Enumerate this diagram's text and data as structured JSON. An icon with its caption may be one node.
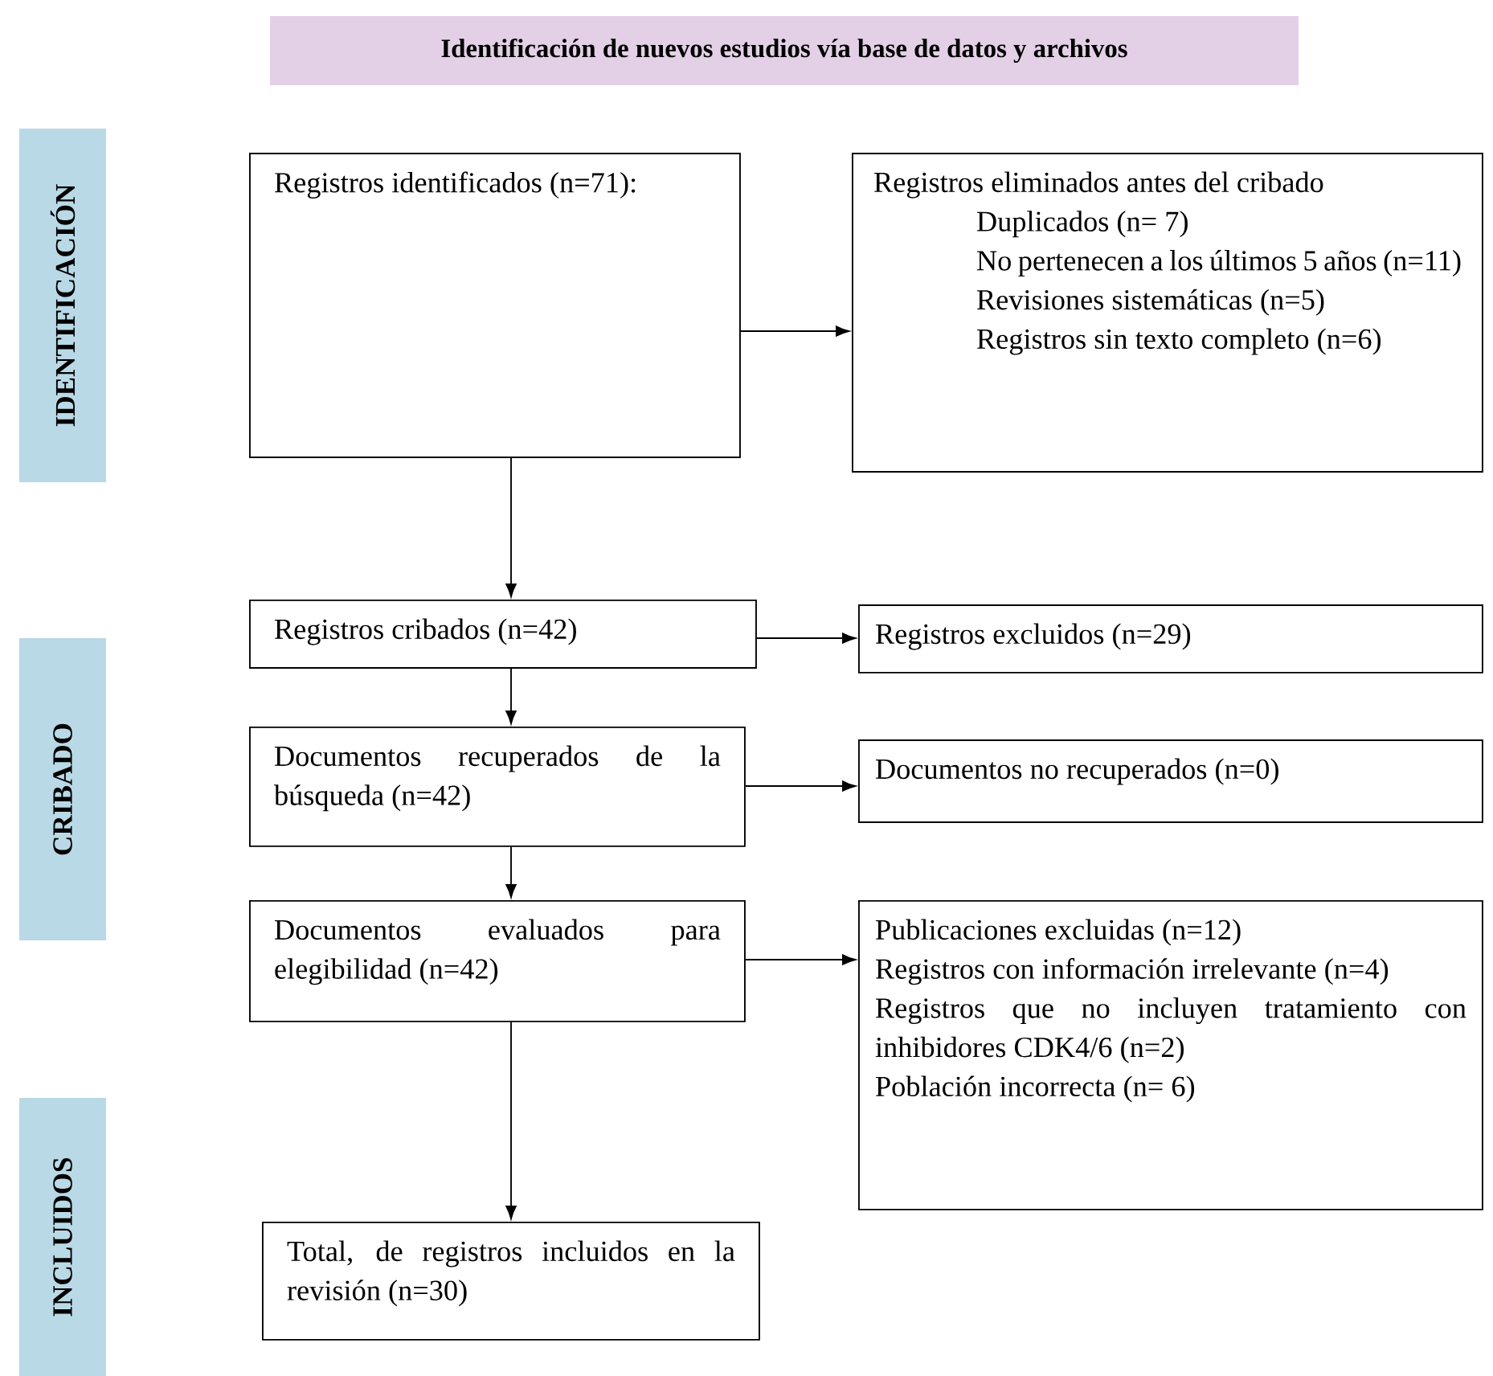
{
  "diagram": {
    "title": "Identificación de nuevos estudios vía base de datos y archivos",
    "nodes": [
      {
        "text": [
          "IDENTIFICACIÓN"
        ]
      },
      {
        "text": [
          "Registros identificados (n=71):"
        ]
      },
      {
        "text": [
          "Registros eliminados antes del cribado",
          "Duplicados (n= 7)",
          "No pertenecen a los últimos 5 años (n=11)",
          "Revisiones sistemáticas (n=5)",
          "Registros sin texto completo (n=6)"
        ]
      },
      {
        "text": [
          "CRIBADO"
        ]
      },
      {
        "text": [
          "Registros cribados (n=42)"
        ]
      },
      {
        "text": [
          "Registros excluidos (n=29)"
        ]
      },
      {
        "text": [
          "Documentos recuperados de la búsqueda (n=42)"
        ]
      },
      {
        "text": [
          "Documentos no recuperados (n=0)"
        ]
      },
      {
        "text": [
          "Documentos evaluados para elegibilidad (n=42)"
        ]
      },
      {
        "text": [
          "Publicaciones excluidas (n=12)",
          "Registros con información irrelevante (n=4)",
          "Registros que no incluyen tratamiento con inhibidores CDK4/6 (n=2)",
          "Población incorrecta (n= 6)"
        ]
      },
      {
        "text": [
          "INCLUIDOS"
        ]
      },
      {
        "text": [
          "Total, de registros incluidos en la revisión (n=30)"
        ]
      }
    ],
    "edges": [
      {
        "from": 1,
        "to": 2,
        "arrow": "to"
      },
      {
        "from": 1,
        "to": 4,
        "arrow": "to"
      },
      {
        "from": 4,
        "to": 5,
        "arrow": "to"
      },
      {
        "from": 4,
        "to": 6,
        "arrow": "to"
      },
      {
        "from": 6,
        "to": 7,
        "arrow": "to"
      },
      {
        "from": 6,
        "to": 8,
        "arrow": "to"
      },
      {
        "from": 8,
        "to": 9,
        "arrow": "to"
      },
      {
        "from": 8,
        "to": 11,
        "arrow": "to"
      }
    ]
  }
}
